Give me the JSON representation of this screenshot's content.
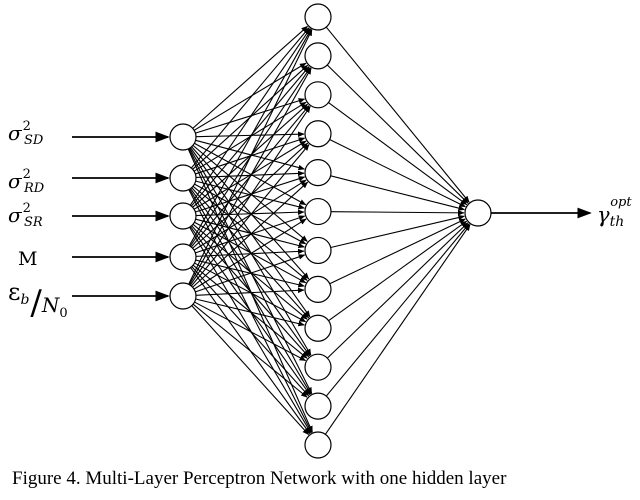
{
  "diagram": {
    "inputs": [
      {
        "base": "σ",
        "sup": "2",
        "sub": "SD"
      },
      {
        "base": "σ",
        "sup": "2",
        "sub": "RD"
      },
      {
        "base": "σ",
        "sup": "2",
        "sub": "SR"
      },
      {
        "base": "M",
        "sup": "",
        "sub": ""
      },
      {
        "base": "ε",
        "sup": "",
        "sub": "b",
        "slash": "/",
        "den": "N",
        "den_sub": "0"
      }
    ],
    "hidden_count": 12,
    "output": {
      "base": "γ",
      "sub": "th",
      "sup": "opt"
    }
  },
  "caption": "Figure 4. Multi-Layer Perceptron Network with one hidden layer"
}
